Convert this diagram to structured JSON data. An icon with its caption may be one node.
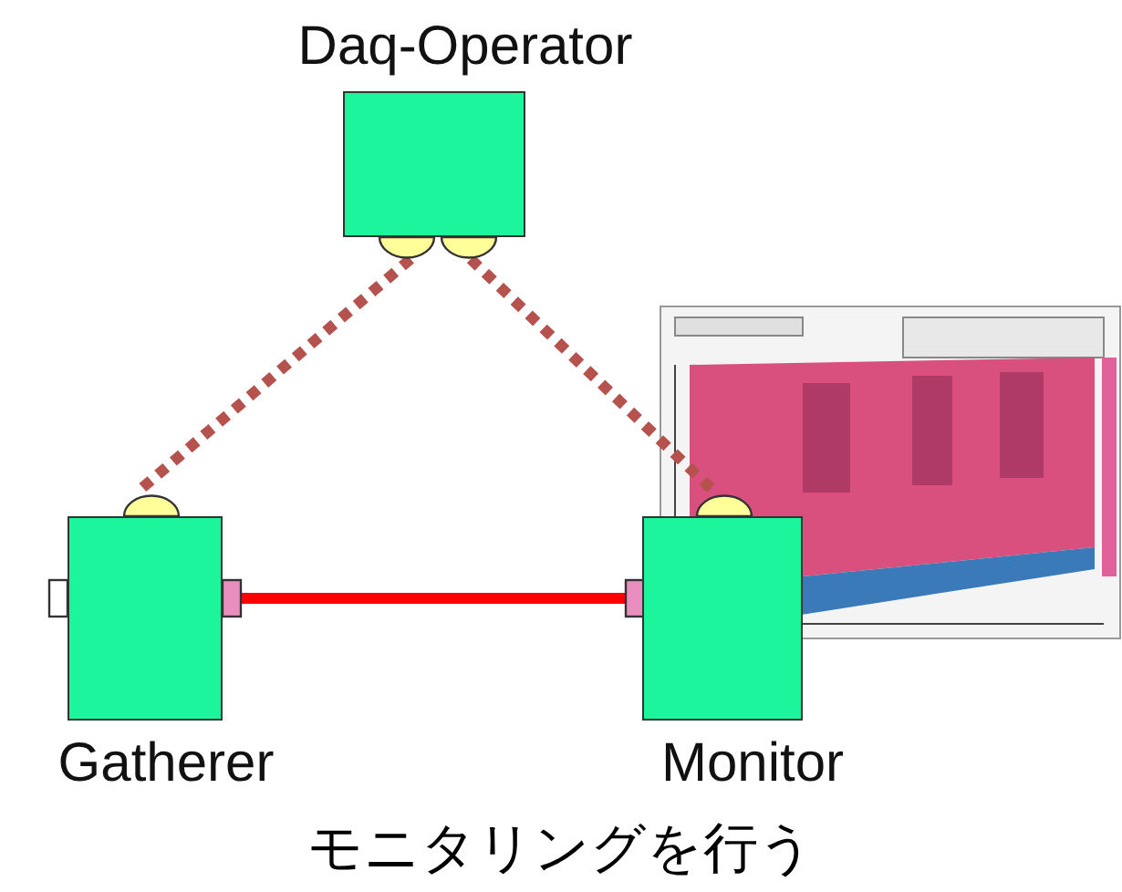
{
  "diagram": {
    "caption": "モニタリングを行う",
    "nodes": [
      {
        "text": [
          "Daq-Operator"
        ]
      },
      {
        "text": [
          "Gatherer"
        ]
      },
      {
        "text": [
          "Monitor"
        ]
      }
    ],
    "edges": [
      {
        "from": 0,
        "to": 1,
        "arrow": "none",
        "style": "dashed"
      },
      {
        "from": 0,
        "to": 2,
        "arrow": "none",
        "style": "dashed"
      },
      {
        "from": 1,
        "to": 2,
        "arrow": "none",
        "color": "#ff0000"
      }
    ]
  }
}
